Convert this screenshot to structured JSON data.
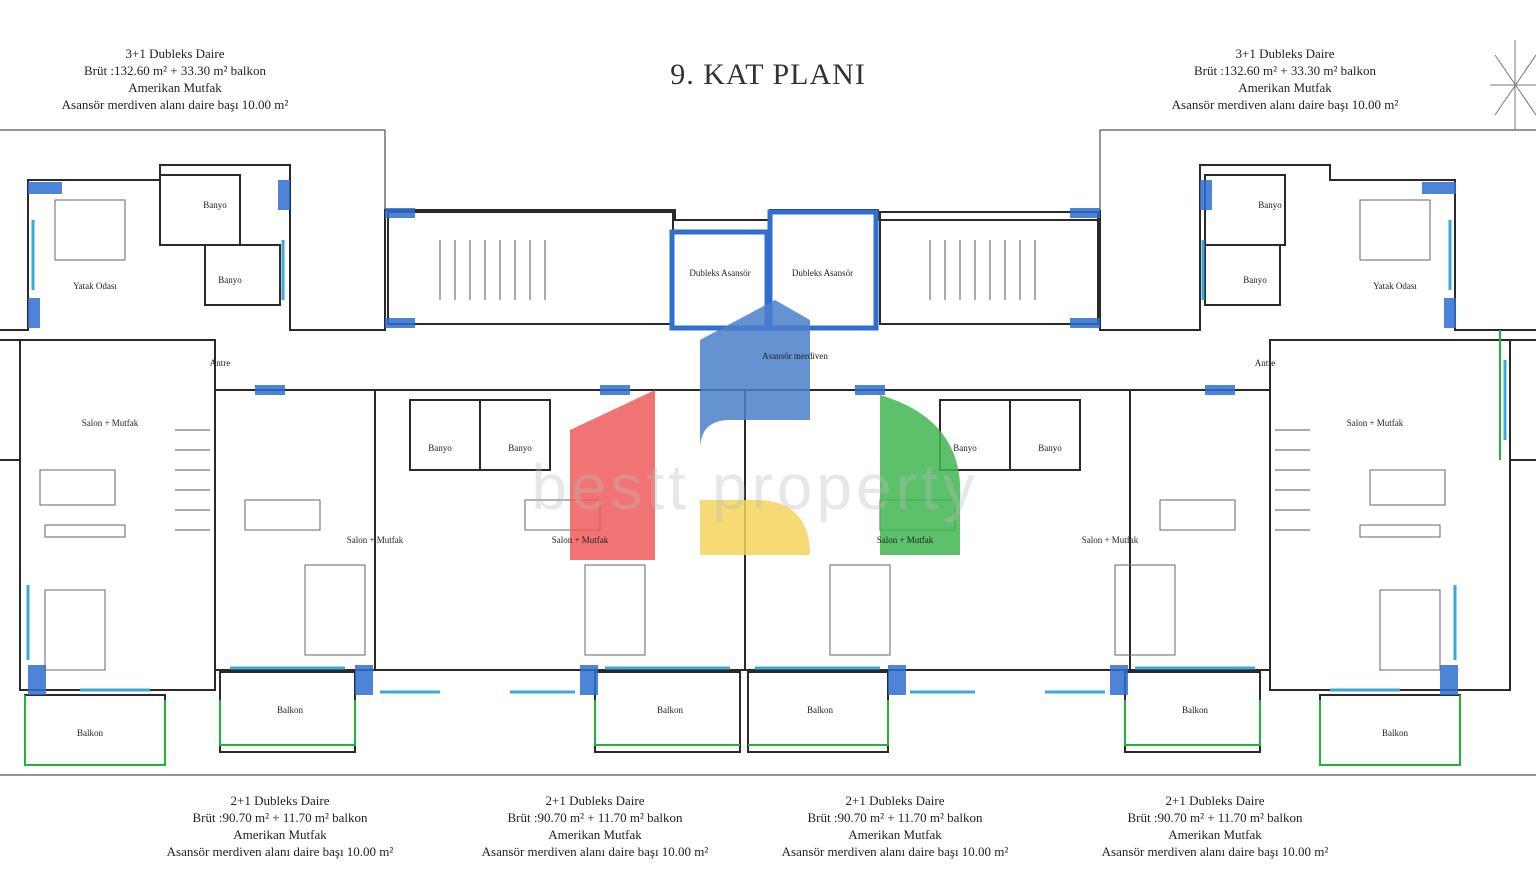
{
  "plan": {
    "title": "9. KAT PLANI",
    "top_units": [
      {
        "line1": "3+1 Dubleks Daire",
        "line2": "Brüt :132.60 m² + 33.30 m² balkon",
        "line3": "Amerikan Mutfak",
        "line4": "Asansör merdiven alanı daire başı 10.00 m²"
      },
      {
        "line1": "3+1 Dubleks Daire",
        "line2": "Brüt :132.60 m² + 33.30 m² balkon",
        "line3": "Amerikan Mutfak",
        "line4": "Asansör merdiven alanı daire başı 10.00 m²"
      }
    ],
    "bottom_units": [
      {
        "line1": "2+1 Dubleks Daire",
        "line2": "Brüt :90.70 m² + 11.70 m² balkon",
        "line3": "Amerikan Mutfak",
        "line4": "Asansör merdiven alanı daire başı 10.00 m²"
      },
      {
        "line1": "2+1 Dubleks Daire",
        "line2": "Brüt :90.70 m² + 11.70 m² balkon",
        "line3": "Amerikan Mutfak",
        "line4": "Asansör merdiven alanı daire başı 10.00 m²"
      },
      {
        "line1": "2+1 Dubleks Daire",
        "line2": "Brüt :90.70 m² + 11.70 m² balkon",
        "line3": "Amerikan Mutfak",
        "line4": "Asansör merdiven alanı daire başı 10.00 m²"
      },
      {
        "line1": "2+1 Dubleks Daire",
        "line2": "Brüt :90.70 m² + 11.70 m² balkon",
        "line3": "Amerikan Mutfak",
        "line4": "Asansör merdiven alanı daire başı 10.00 m²"
      }
    ],
    "rooms": {
      "banyo": "Banyo",
      "yatak_odasi": "Yatak Odası",
      "antre": "Antre",
      "salon_mutfak": "Salon + Mutfak",
      "balkon": "Balkon",
      "duplex_asansor": "Dubleks Asansör",
      "asansor_merdiven": "Asansör merdiven"
    },
    "watermark": {
      "text": "bestt property"
    },
    "colors": {
      "wall": "#2a2a2a",
      "column": "#2f6fd0",
      "window": "#3aa8d8",
      "balcony_rail": "#22b33a",
      "logo_red": "#f05a5a",
      "logo_blue": "#4a7fc9",
      "logo_yellow": "#f5d45a",
      "logo_green": "#3fb650"
    }
  }
}
